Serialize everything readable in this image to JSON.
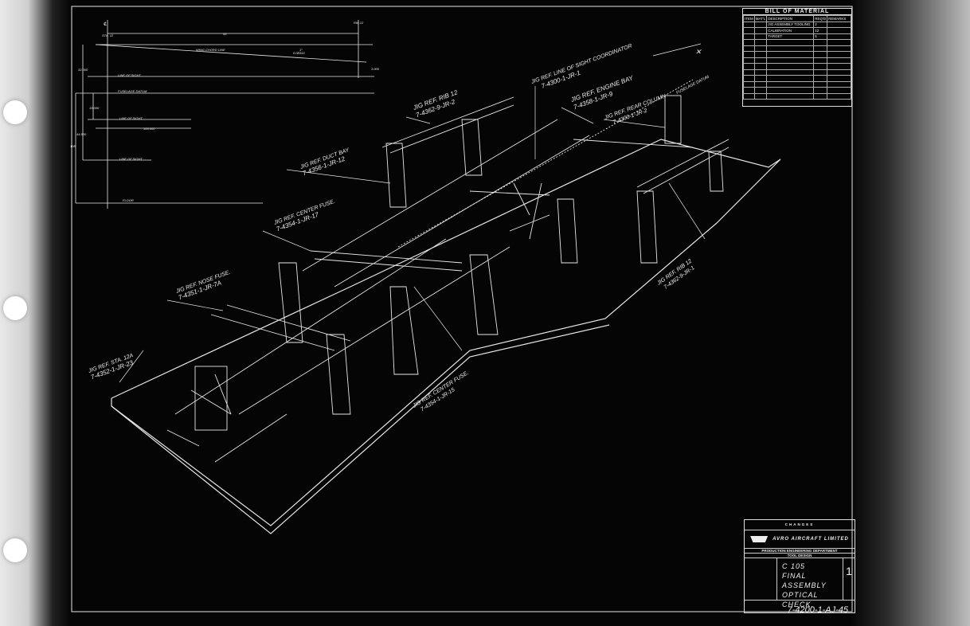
{
  "side_view": {
    "station_left": "℄",
    "station_right": "RIB 12",
    "station_left_label": "STA. 12",
    "dim_span": "43",
    "wing_chord_line": "WING CHORD LINE",
    "dim_angle": "1°",
    "dim_chord_drop": "0.08333",
    "dim_32": "32.000",
    "dim_3": "3.000",
    "line_of_sight_1": "LINE OF SIGHT",
    "fuselage_datum": "FUSELAGE DATUM",
    "dim_15": "15.000",
    "line_of_sight_2": "LINE OF SIGHT",
    "dim_100": "100.000",
    "dim_44": "44.500",
    "dim_108": "108",
    "line_of_sight_3": "LINE OF SIGHT",
    "floor": "FLOOR"
  },
  "callouts": [
    {
      "title": "JIG REF. RIB 12",
      "number": "7-4362-9-JR-2"
    },
    {
      "title": "JIG REF. LINE OF SIGHT COORDINATOR",
      "number": "7-4300-1-JR-1"
    },
    {
      "title": "JIG REF. ENGINE BAY",
      "number": "7-4358-1-JR-9"
    },
    {
      "title": "JIG REF. REAR COLUMN",
      "number": "7-4300-1-JR-2"
    },
    {
      "title": "FUSELAGE DATUM",
      "number": ""
    },
    {
      "title": "JIG REF. DUCT BAY",
      "number": "7-4356-1-JR-12"
    },
    {
      "title": "JIG REF. CENTER FUSE.",
      "number": "7-4354-1-JR-17"
    },
    {
      "title": "JIG REF. NOSE FUSE.",
      "number": "7-4351-1-JR-7A"
    },
    {
      "title": "JIG REF. STA. 12A",
      "number": "7-4352-1-JR-23"
    },
    {
      "title": "JIG REF. CENTER FUSE.",
      "number": "7-4354-1-JR-15"
    },
    {
      "title": "JIG REF. RIB 12",
      "number": "7-4362-9-JR-1"
    }
  ],
  "bom": {
    "title": "BILL OF MATERIAL",
    "headers": [
      "ITEM",
      "MAT'L",
      "DESCRIPTION",
      "REQ'D",
      "REMARKS"
    ],
    "rows": [
      {
        "description": "JIG ASSEMBLY TOOLING",
        "reqd": "2"
      },
      {
        "description": "CALIBRATION",
        "reqd": "12"
      },
      {
        "description": "TARGET",
        "reqd": "5"
      }
    ]
  },
  "title_block": {
    "changes_header": "CHANGES",
    "company": "AVRO AIRCRAFT LIMITED",
    "department": "PRODUCTION ENGINEERING DEPARTMENT",
    "section": "TOOL DESIGN",
    "title_line1": "C 105",
    "title_line2": "FINAL ASSEMBLY",
    "title_line3": "OPTICAL CHECK.",
    "sheet": "1",
    "drawing_number": "7-4200-1-AJ-45"
  }
}
